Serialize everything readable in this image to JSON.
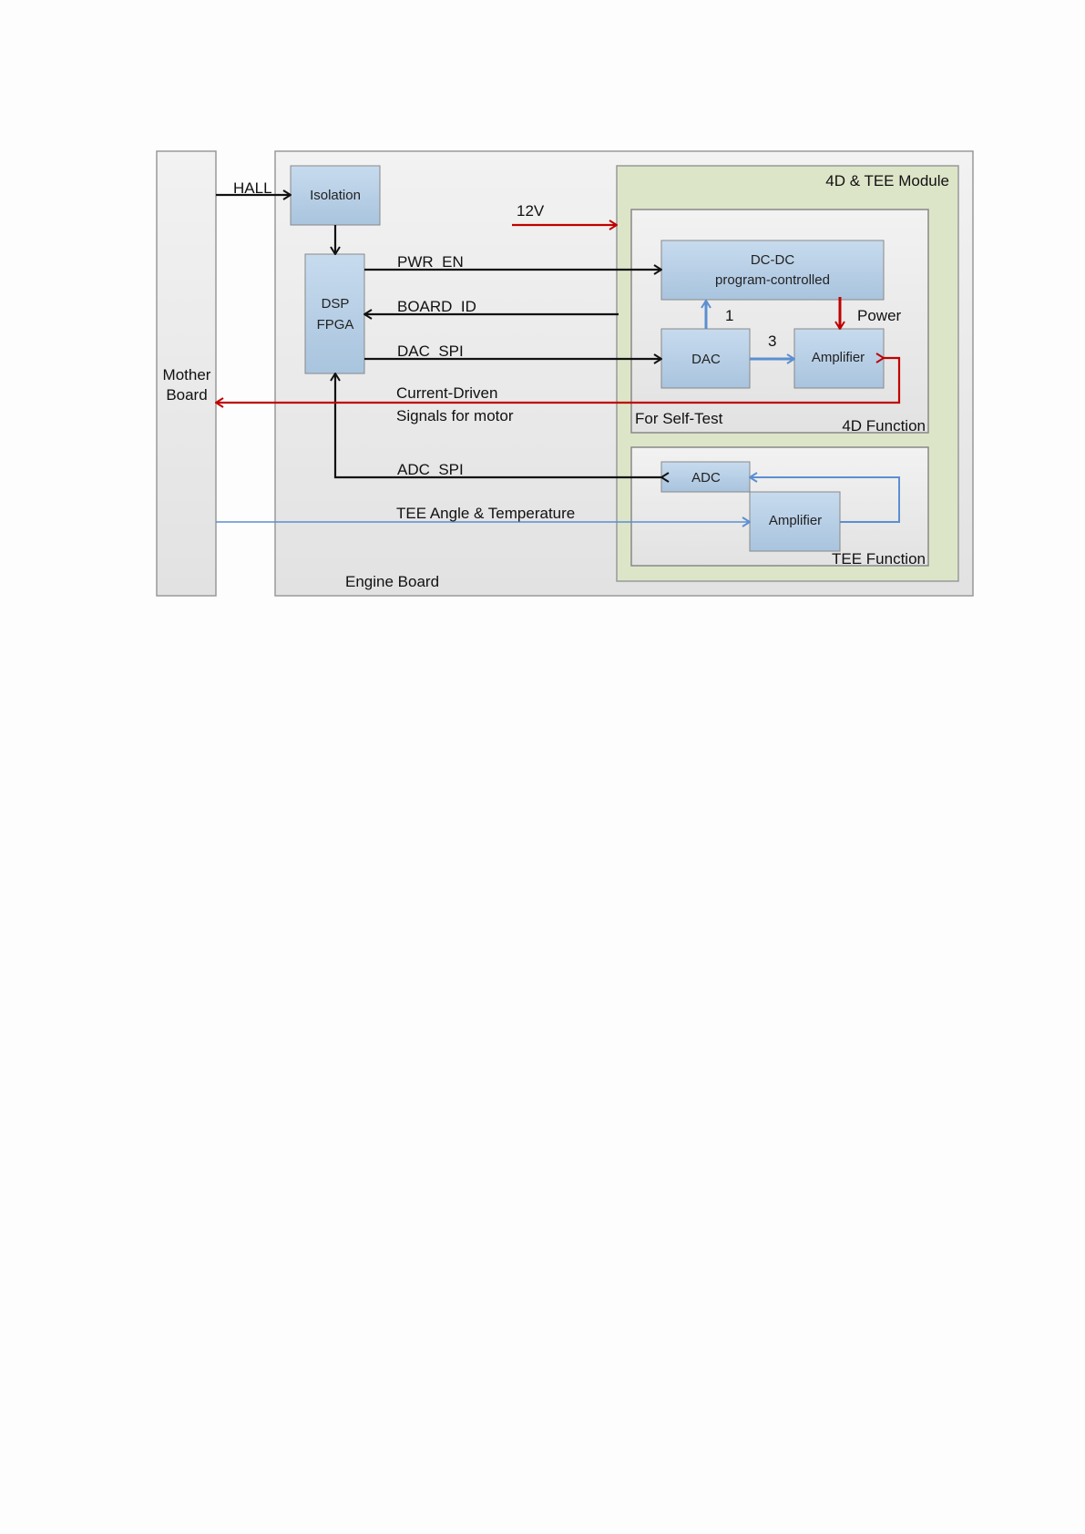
{
  "boards": {
    "mother": "Mother",
    "mother2": "Board",
    "engine": "Engine Board",
    "module": "4D & TEE Module",
    "func4d": "4D Function",
    "functee": "TEE Function"
  },
  "blocks": {
    "isolation": "Isolation",
    "dsp": "DSP",
    "fpga": "FPGA",
    "dcdc": "DC-DC",
    "dcdc2": "program-controlled",
    "dac": "DAC",
    "amp4d": "Amplifier",
    "adc": "ADC",
    "amptee": "Amplifier"
  },
  "signals": {
    "hall": "HALL",
    "v12": "12V",
    "pwr_en": "PWR_EN",
    "board_id": "BOARD_ID",
    "dac_spi": "DAC_SPI",
    "current1": "Current-Driven",
    "current2": "Signals for motor",
    "adc_spi": "ADC_SPI",
    "tee": "TEE Angle & Temperature",
    "selftest": "For Self-Test",
    "one": "1",
    "three": "3",
    "power": "Power"
  },
  "colors": {
    "red": "#c00000",
    "blue": "#5b8fd0",
    "block": "#bcd3e8",
    "module": "#dde5c8"
  }
}
